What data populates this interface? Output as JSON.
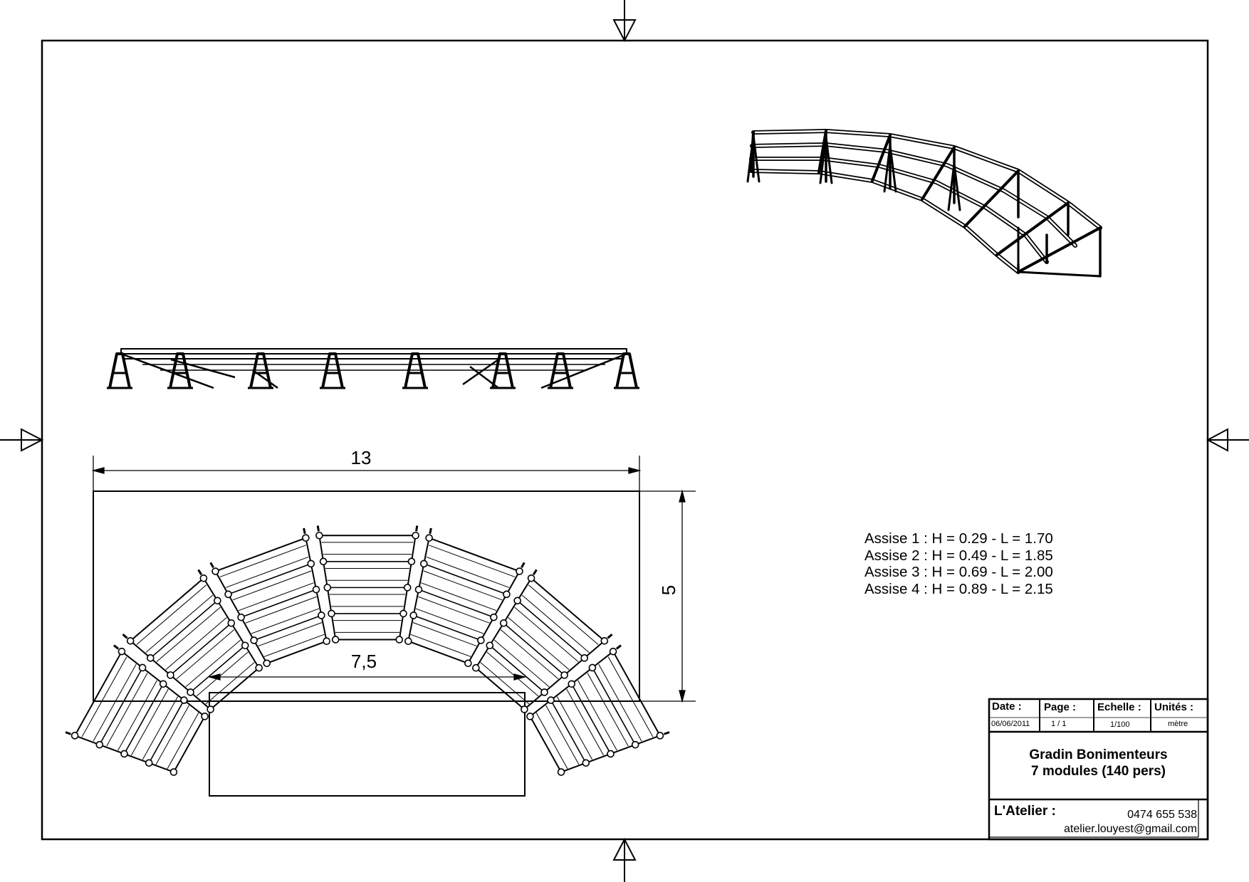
{
  "dimensions": {
    "overall_width": "13",
    "overall_depth": "5",
    "inner_width": "7,5"
  },
  "specs": [
    "Assise 1 : H = 0.29 - L = 1.70",
    "Assise 2 : H = 0.49 - L = 1.85",
    "Assise 3 : H = 0.69 - L = 2.00",
    "Assise 4 : H = 0.89 - L = 2.15"
  ],
  "title_block": {
    "date_label": "Date :",
    "date_value": "06/06/2011",
    "page_label": "Page :",
    "page_value": "1  /  1",
    "scale_label": "Echelle :",
    "scale_value": "1/100",
    "units_label": "Unités :",
    "units_value": "mètre",
    "title_line1": "Gradin Bonimenteurs",
    "title_line2": "7 modules (140 pers)",
    "company": "L'Atelier :",
    "phone": "0474 655 538",
    "email": "atelier.louyest@gmail.com"
  },
  "colors": {
    "line": "#000000",
    "paper": "#ffffff"
  }
}
